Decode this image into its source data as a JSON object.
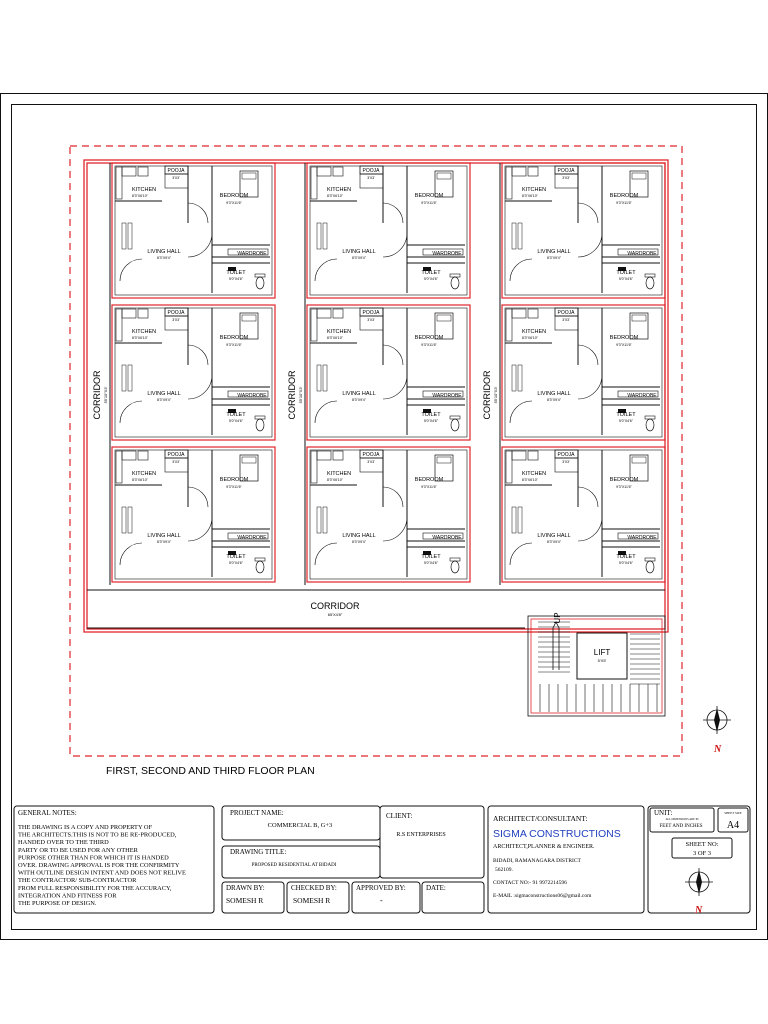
{
  "plan": {
    "title": "FIRST, SECOND AND THIRD FLOOR PLAN",
    "room_labels": {
      "kitchen": "KITCHEN",
      "pooja": "POOJA",
      "pooja_size": "3'X3'",
      "bedroom": "BEDROOM",
      "bedroom_size": "9'3\"X11'6\"",
      "living": "LIVING HALL",
      "living_size": "8'3\"X9'4\"",
      "wardrobe": "WARDROBE",
      "toilet": "TOILET",
      "toilet_size": "5'0\"X4'6\"",
      "kitchen_size": "8'3\"X6'10\""
    },
    "vertical_corridor": "CORRIDOR",
    "vertical_corridor_size": "55'10\"X3'",
    "corridor": "CORRIDOR",
    "corridor_size": "65'X4'8\"",
    "lift": "LIFT",
    "lift_size": "5'X5'",
    "up": "UP",
    "north": "N"
  },
  "titleblock": {
    "general_notes_heading": "GENERAL NOTES:",
    "general_notes_lines": [
      "THE DRAWING IS A COPY AND PROPERTY OF",
      "THE ARCHITECTS.THIS IS NOT TO BE RE-PRODUCED,",
      "HANDED OVER TO THE THIRD",
      "PARTY OR TO BE USED FOR ANY OTHER",
      "PURPOSE OTHER THAN FOR WHICH IT IS HANDED",
      "OVER. DRAWING APPROVAL IS FOR THE CONFIRMITY",
      "WITH OUTLINE DESIGN INTENT AND DOES NOT RELIVE",
      "THE CONTRACTOR/ SUB-CONTRACTOR",
      "FROM FULL RESPONSIBILITY FOR THE ACCURACY,",
      "INTEGRATION AND FITNESS FOR",
      "THE PURPOSE OF DESIGN."
    ],
    "project_name_label": "PROJECT NAME:",
    "project_name": "COMMERCIAL B, G+3",
    "client_label": "CLIENT:",
    "client": "R.S ENTERPRISES",
    "drawing_title_label": "DRAWING TITLE:",
    "drawing_title": "PROPOSED RESIDENTIAL AT BIDADI",
    "drawn_by_label": "DRAWN BY:",
    "drawn_by": "SOMESH R",
    "checked_by_label": "CHECKED BY:",
    "checked_by": "SOMESH R",
    "approved_by_label": "APPROVED BY:",
    "approved_by": "-",
    "date_label": "DATE:",
    "architect_label": "ARCHITECT/CONSULTANT:",
    "firm": "SIGMA CONSTRUCTIONS",
    "firm_sub": "ARCHITECT,PLANNER & ENGINEER.",
    "address_1": "BIDADI, RAMANAGARA DISTRICT",
    "address_2": "562109.",
    "contact": "CONTACT NO:- 91 9972214596",
    "email": "E-MAIL :sigmaconstructions06@gmail.com",
    "unit_label": "UNIT:",
    "unit_note": "ALL DIMENSIONS ARE IN",
    "unit_value": "FEET AND INCHES",
    "sheet_size_label": "SHEET SIZE",
    "sheet_size": "A4",
    "sheet_no_label": "SHEET NO:",
    "sheet_no": "3 OF 3"
  },
  "colors": {
    "wall_red": "#e0262b",
    "line_black": "#111111",
    "firm_blue": "#1f3fbf",
    "north_red": "#cc1111"
  }
}
